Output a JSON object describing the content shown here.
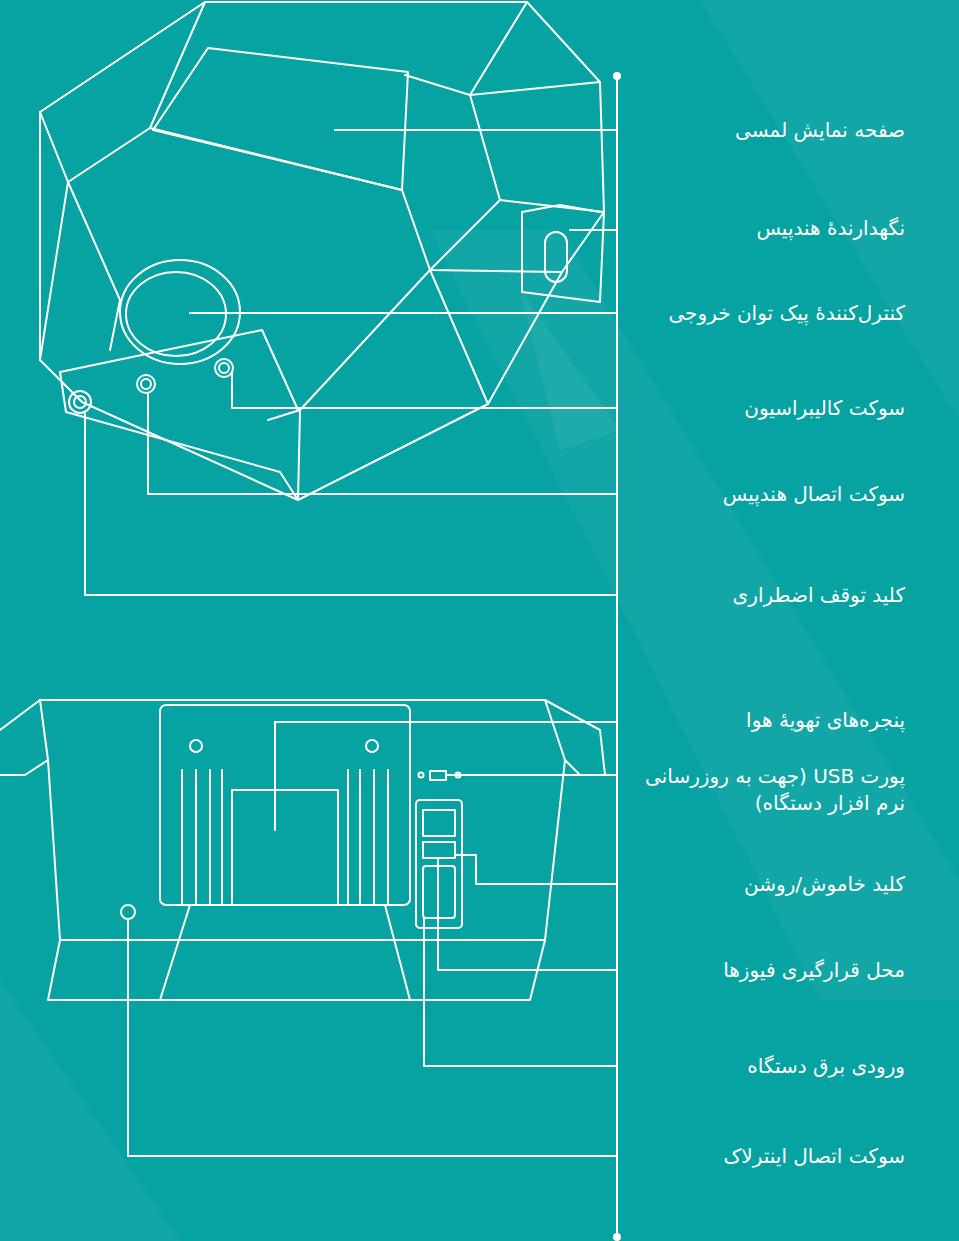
{
  "diagram": {
    "labels": [
      "صفحه نمایش لمسی",
      "نگهدارندهٔ هندپیس",
      "کنترل‌کنندهٔ پیک توان خروجی",
      "سوکت کالیبراسیون",
      "سوکت اتصال هندپیس",
      "کلید توقف اضطراری",
      "پنجره‌های تهویهٔ هوا",
      "پورت USB (جهت به روزرسانی نرم افزار دستگاه)",
      "کلید خاموش/روشن",
      "محل قرارگیری فیوزها",
      "ورودی برق دستگاه",
      "سوکت اتصال اینترلاک"
    ]
  }
}
